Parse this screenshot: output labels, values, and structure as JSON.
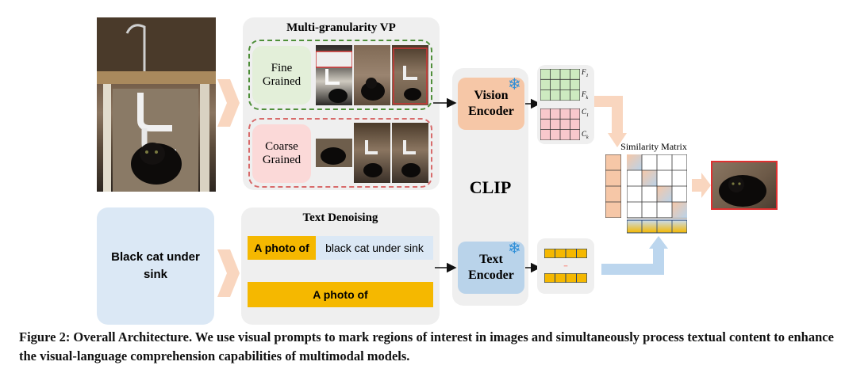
{
  "diagram": {
    "vp_title": "Multi-granularity VP",
    "fine_label": "Fine\nGrained",
    "coarse_label": "Coarse\nGrained",
    "clip_label": "CLIP",
    "vision_encoder": "Vision\nEncoder",
    "text_encoder": "Text\nEncoder",
    "sim_title": "Similarity Matrix",
    "text_denoise_title": "Text Denoising",
    "prompt_prefix": "A photo of",
    "prompt_text": "black cat under sink",
    "prompt_only": "A photo of",
    "input_text": "Black cat under\nsink",
    "f_first": "F",
    "f_first_sub": "1",
    "f_last": "F",
    "f_last_sub": "k",
    "c_first": "C",
    "c_first_sub": "1",
    "c_last": "C",
    "c_last_sub": "k",
    "minus": "-"
  },
  "caption": "Figure 2: Overall Architecture. We use visual prompts to mark regions of interest in images and simultaneously process textual content to enhance the visual-language comprehension capabilities of multimodal models.",
  "colors": {
    "fine_fill": "#e3efd9",
    "fine_border": "#4f8f3a",
    "coarse_fill": "#fbd9d8",
    "coarse_border": "#d86b6b",
    "vision_encoder": "#f6c7a7",
    "text_encoder": "#b9d3ea",
    "prompt_gold": "#f5b800",
    "input_blue": "#dbe8f5",
    "panel_gray": "#efefef",
    "arrow_peach": "#f9d6bf",
    "arrow_blue": "#bcd6ee",
    "snowflake": "#2f8fd8",
    "output_border": "#e03030"
  }
}
